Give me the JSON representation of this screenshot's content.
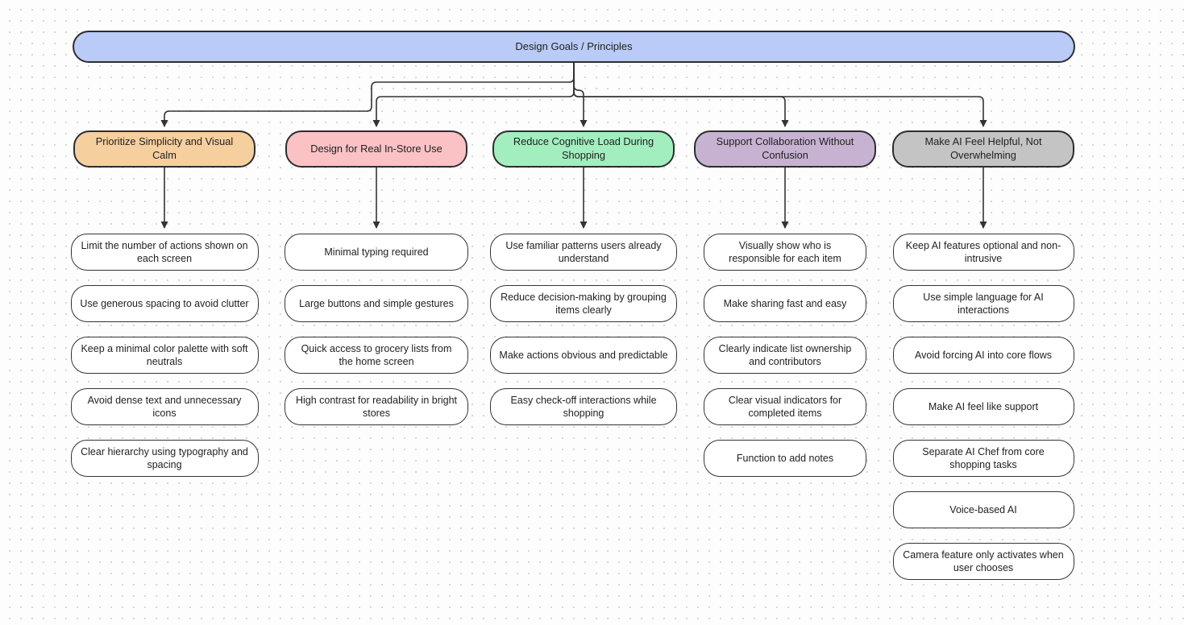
{
  "diagram": {
    "root": {
      "label": "Design Goals / Principles",
      "fill": "#b9cbf6"
    },
    "branches": [
      {
        "label": "Prioritize Simplicity and Visual Calm",
        "fill": "#f6cf9f",
        "children": [
          "Limit the number of actions shown on each screen",
          "Use generous spacing to avoid clutter",
          "Keep a minimal color palette with soft neutrals",
          "Avoid dense text and unnecessary icons",
          "Clear hierarchy using typography and spacing"
        ]
      },
      {
        "label": "Design for Real In-Store Use",
        "fill": "#fac2c5",
        "children": [
          "Minimal typing required",
          "Large buttons and simple gestures",
          "Quick access to grocery lists from the home screen",
          "High contrast for readability in bright stores"
        ]
      },
      {
        "label": "Reduce Cognitive Load During Shopping",
        "fill": "#a2eebf",
        "children": [
          "Use familiar patterns users already understand",
          "Reduce decision-making by grouping items clearly",
          "Make actions obvious and predictable",
          "Easy check-off interactions while shopping"
        ]
      },
      {
        "label": "Support Collaboration Without Confusion",
        "fill": "#c7b3d1",
        "children": [
          "Visually show who is responsible for each item",
          "Make sharing fast and easy",
          "Clearly indicate list ownership and contributors",
          "Clear visual indicators for completed items",
          "Function to add notes"
        ]
      },
      {
        "label": "Make AI Feel Helpful, Not Overwhelming",
        "fill": "#c4c4c4",
        "children": [
          "Keep AI features optional and non-intrusive",
          "Use simple language for AI interactions",
          "Avoid forcing AI into core flows",
          "Make AI feel like support",
          "Separate AI Chef from core shopping tasks",
          "Voice-based AI",
          "Camera feature only activates when user chooses"
        ]
      }
    ],
    "line_color": "#333333",
    "node_border_color": "#2d2d2d",
    "background_dot_color": "#d4d4d4"
  }
}
